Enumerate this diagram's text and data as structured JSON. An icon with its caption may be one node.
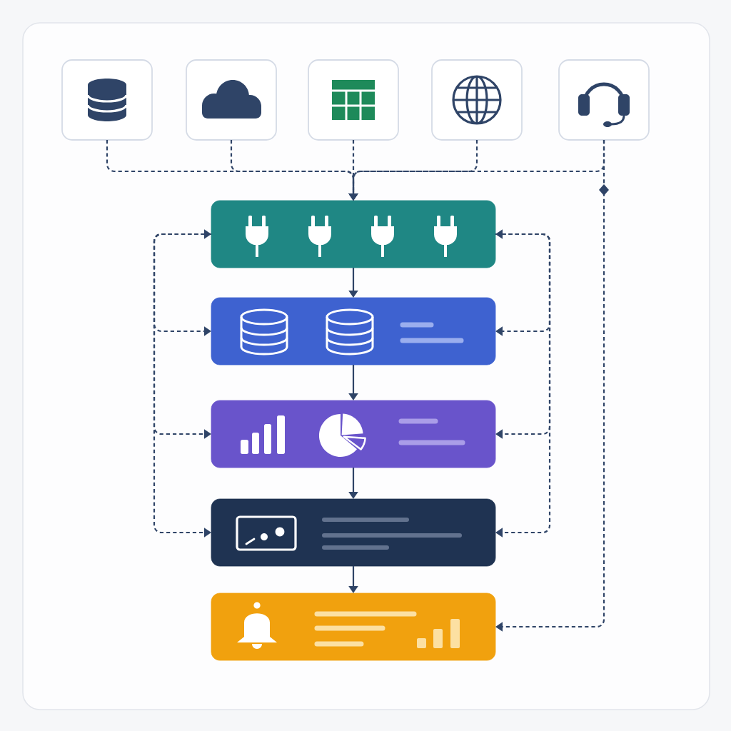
{
  "diagram": {
    "nodes": [
      {
        "text": [],
        "shape": "box"
      },
      {
        "text": [],
        "shape": "box"
      },
      {
        "text": [],
        "shape": "box"
      },
      {
        "text": [],
        "shape": "box"
      },
      {
        "text": [],
        "shape": "box"
      },
      {
        "text": [],
        "shape": "bar"
      },
      {
        "text": [],
        "shape": "bar"
      },
      {
        "text": [],
        "shape": "bar"
      },
      {
        "text": [],
        "shape": "bar"
      },
      {
        "text": [],
        "shape": "bar"
      }
    ],
    "edges": [
      {
        "from": 0,
        "to": 5,
        "arrow": "to",
        "style": "dashed"
      },
      {
        "from": 1,
        "to": 5,
        "arrow": "to",
        "style": "dashed"
      },
      {
        "from": 2,
        "to": 5,
        "arrow": "to",
        "style": "dashed"
      },
      {
        "from": 3,
        "to": 5,
        "arrow": "to",
        "style": "dashed"
      },
      {
        "from": 4,
        "to": 5,
        "arrow": "to",
        "style": "dashed"
      },
      {
        "from": 4,
        "to": 9,
        "arrow": "to",
        "style": "dashed"
      },
      {
        "from": 5,
        "to": 6,
        "arrow": "to"
      },
      {
        "from": 6,
        "to": 7,
        "arrow": "to"
      },
      {
        "from": 7,
        "to": 8,
        "arrow": "to"
      },
      {
        "from": 8,
        "to": 9,
        "arrow": "to"
      },
      {
        "from": 5,
        "to": 8,
        "arrow": "both",
        "style": "dashed"
      },
      {
        "from": 5,
        "to": 6,
        "arrow": "to",
        "style": "dashed"
      },
      {
        "from": 5,
        "to": 7,
        "arrow": "to",
        "style": "dashed"
      },
      {
        "from": 5,
        "to": 8,
        "arrow": "both",
        "style": "dashed"
      },
      {
        "from": 5,
        "to": 6,
        "arrow": "to",
        "style": "dashed"
      },
      {
        "from": 5,
        "to": 7,
        "arrow": "to",
        "style": "dashed"
      }
    ]
  }
}
